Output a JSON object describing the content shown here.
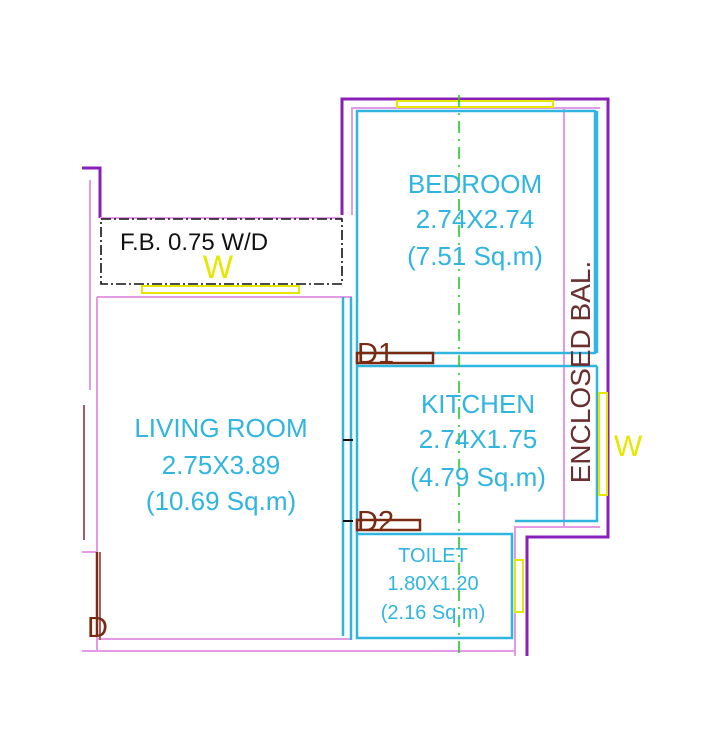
{
  "colors": {
    "outer_wall": "#8a1fb8",
    "inner_line": "#e49ae6",
    "room_line": "#2fb5e0",
    "window": "#e6e600",
    "door": "#7a2a10",
    "grid": "#22cc22",
    "dark_wall": "#a0606a",
    "label_cyan": "#2fb5e0",
    "label_maroon": "#6a3030",
    "label_black": "#111111"
  },
  "rooms": {
    "bedroom": {
      "name": "BEDROOM",
      "size": "2.74X2.74",
      "area": "(7.51 Sq.m)"
    },
    "kitchen": {
      "name": "KITCHEN",
      "size": "2.74X1.75",
      "area": "(4.79 Sq.m)"
    },
    "living": {
      "name": "LIVING ROOM",
      "size": "2.75X3.89",
      "area": "(10.69 Sq.m)"
    },
    "toilet": {
      "name": "TOILET",
      "size": "1.80X1.20",
      "area": "(2.16 Sq.m)"
    },
    "balcony": {
      "name": "ENCLOSED BAL."
    },
    "fb": {
      "name": "F.B. 0.75 W/D"
    }
  },
  "markers": {
    "window": "W",
    "window_partial": "W",
    "door1": "D1",
    "door2": "D2",
    "door_main": "D"
  }
}
